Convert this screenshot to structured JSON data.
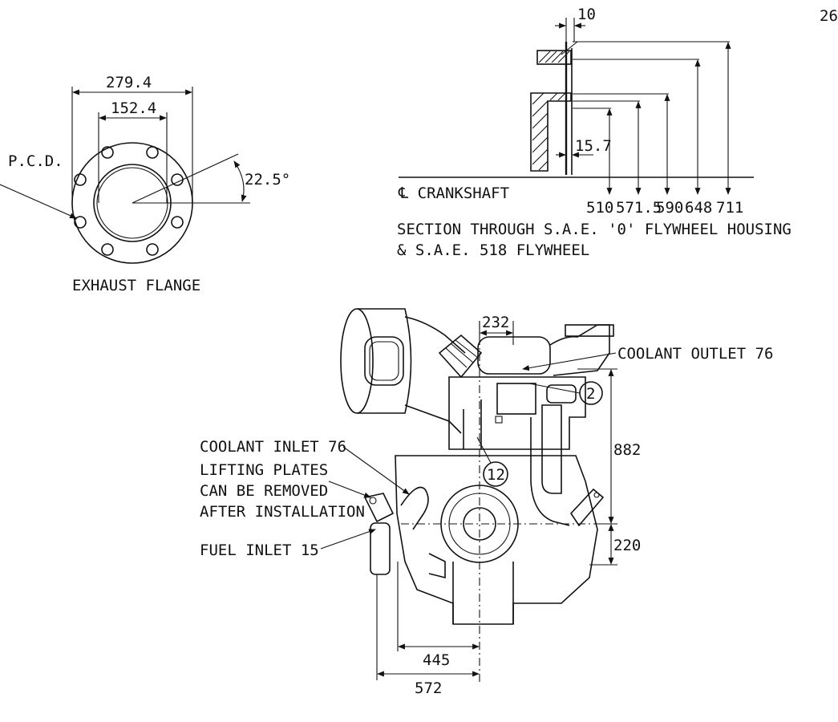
{
  "page_number": "26",
  "flange": {
    "caption": "EXHAUST FLANGE",
    "pcd_label": "P.C.D.",
    "dim_outer": "279.4",
    "dim_inner": "152.4",
    "angle": "22.5°"
  },
  "flywheel_section": {
    "dim_top": "10",
    "dim_small": "15.7",
    "centerline_label": "℄ CRANKSHAFT",
    "radii": [
      "510",
      "571.5",
      "590",
      "648",
      "711"
    ],
    "caption_line1": "SECTION THROUGH S.A.E. '0' FLYWHEEL HOUSING",
    "caption_line2": "& S.A.E. 518 FLYWHEEL"
  },
  "engine": {
    "dim_top_width": "232",
    "coolant_outlet": "COOLANT OUTLET 76",
    "coolant_inlet": "COOLANT INLET 76",
    "lifting_line1": "LIFTING PLATES",
    "lifting_line2": "CAN BE REMOVED",
    "lifting_line3": "AFTER INSTALLATION",
    "fuel_inlet": "FUEL INLET 15",
    "dim_height_upper": "882",
    "dim_height_lower": "220",
    "dim_width_445": "445",
    "dim_width_572": "572",
    "callout_2": "2",
    "callout_12": "12"
  }
}
